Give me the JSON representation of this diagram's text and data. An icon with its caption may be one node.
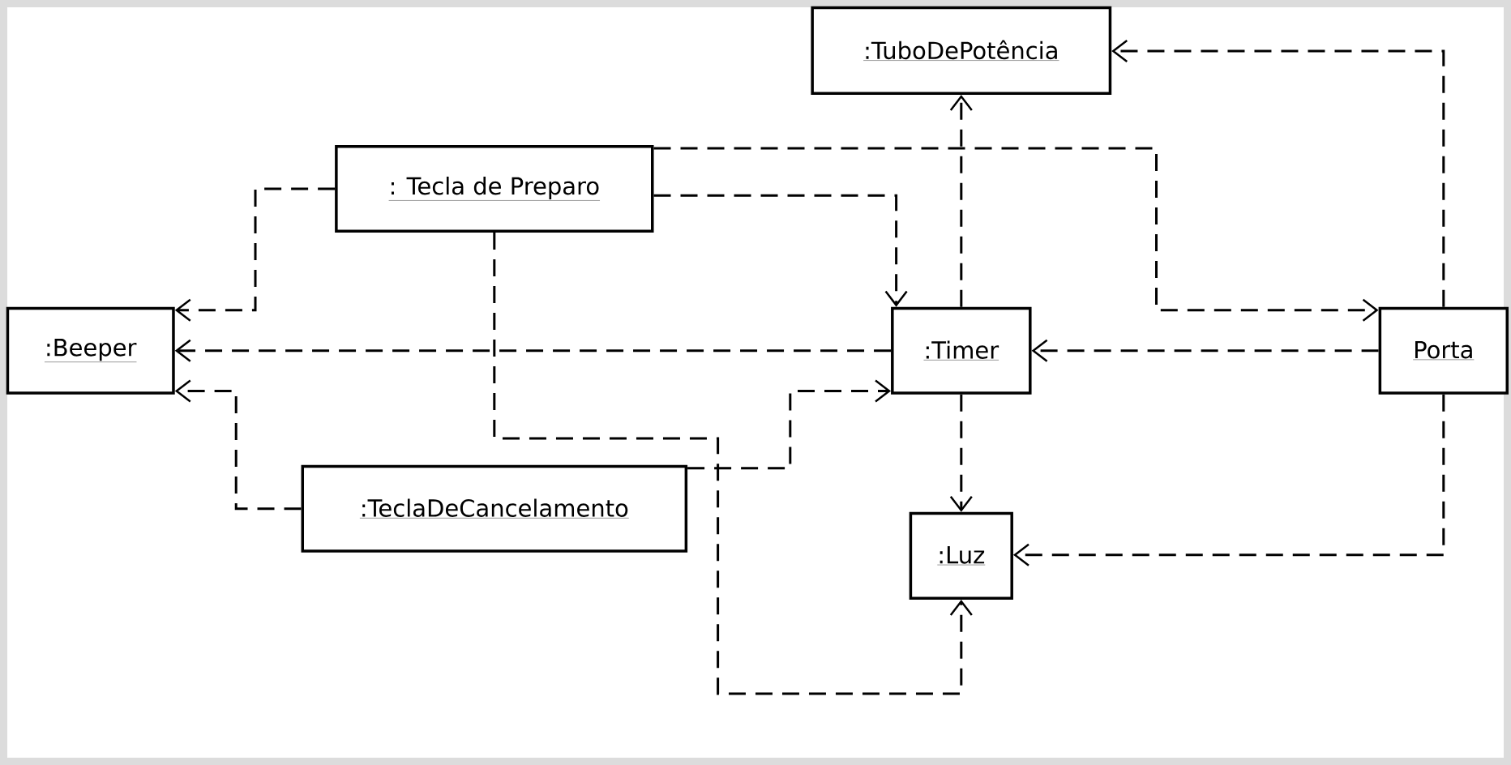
{
  "diagram": {
    "nodes": [
      {
        "text": [
          ":TuboDePotência"
        ]
      },
      {
        "text": [
          ": Tecla de Preparo"
        ]
      },
      {
        "text": [
          ":Beeper"
        ]
      },
      {
        "text": [
          ":Timer"
        ]
      },
      {
        "text": [
          "Porta"
        ]
      },
      {
        "text": [
          ":TeclaDeCancelamento"
        ]
      },
      {
        "text": [
          ":Luz"
        ]
      }
    ],
    "edges": [
      {
        "from": 1,
        "to": 2,
        "arrow": "to",
        "style": "dashed"
      },
      {
        "from": 1,
        "to": 3,
        "arrow": "to",
        "style": "dashed"
      },
      {
        "from": 1,
        "to": 4,
        "arrow": "to",
        "style": "dashed"
      },
      {
        "from": 1,
        "to": 6,
        "arrow": "to",
        "style": "dashed"
      },
      {
        "from": 3,
        "to": 2,
        "arrow": "to",
        "style": "dashed"
      },
      {
        "from": 3,
        "to": 0,
        "arrow": "to",
        "style": "dashed"
      },
      {
        "from": 3,
        "to": 6,
        "arrow": "to",
        "style": "dashed"
      },
      {
        "from": 4,
        "to": 3,
        "arrow": "to",
        "style": "dashed"
      },
      {
        "from": 4,
        "to": 0,
        "arrow": "to",
        "style": "dashed"
      },
      {
        "from": 4,
        "to": 6,
        "arrow": "to",
        "style": "dashed"
      },
      {
        "from": 5,
        "to": 2,
        "arrow": "to",
        "style": "dashed"
      },
      {
        "from": 5,
        "to": 3,
        "arrow": "to",
        "style": "dashed"
      }
    ]
  }
}
